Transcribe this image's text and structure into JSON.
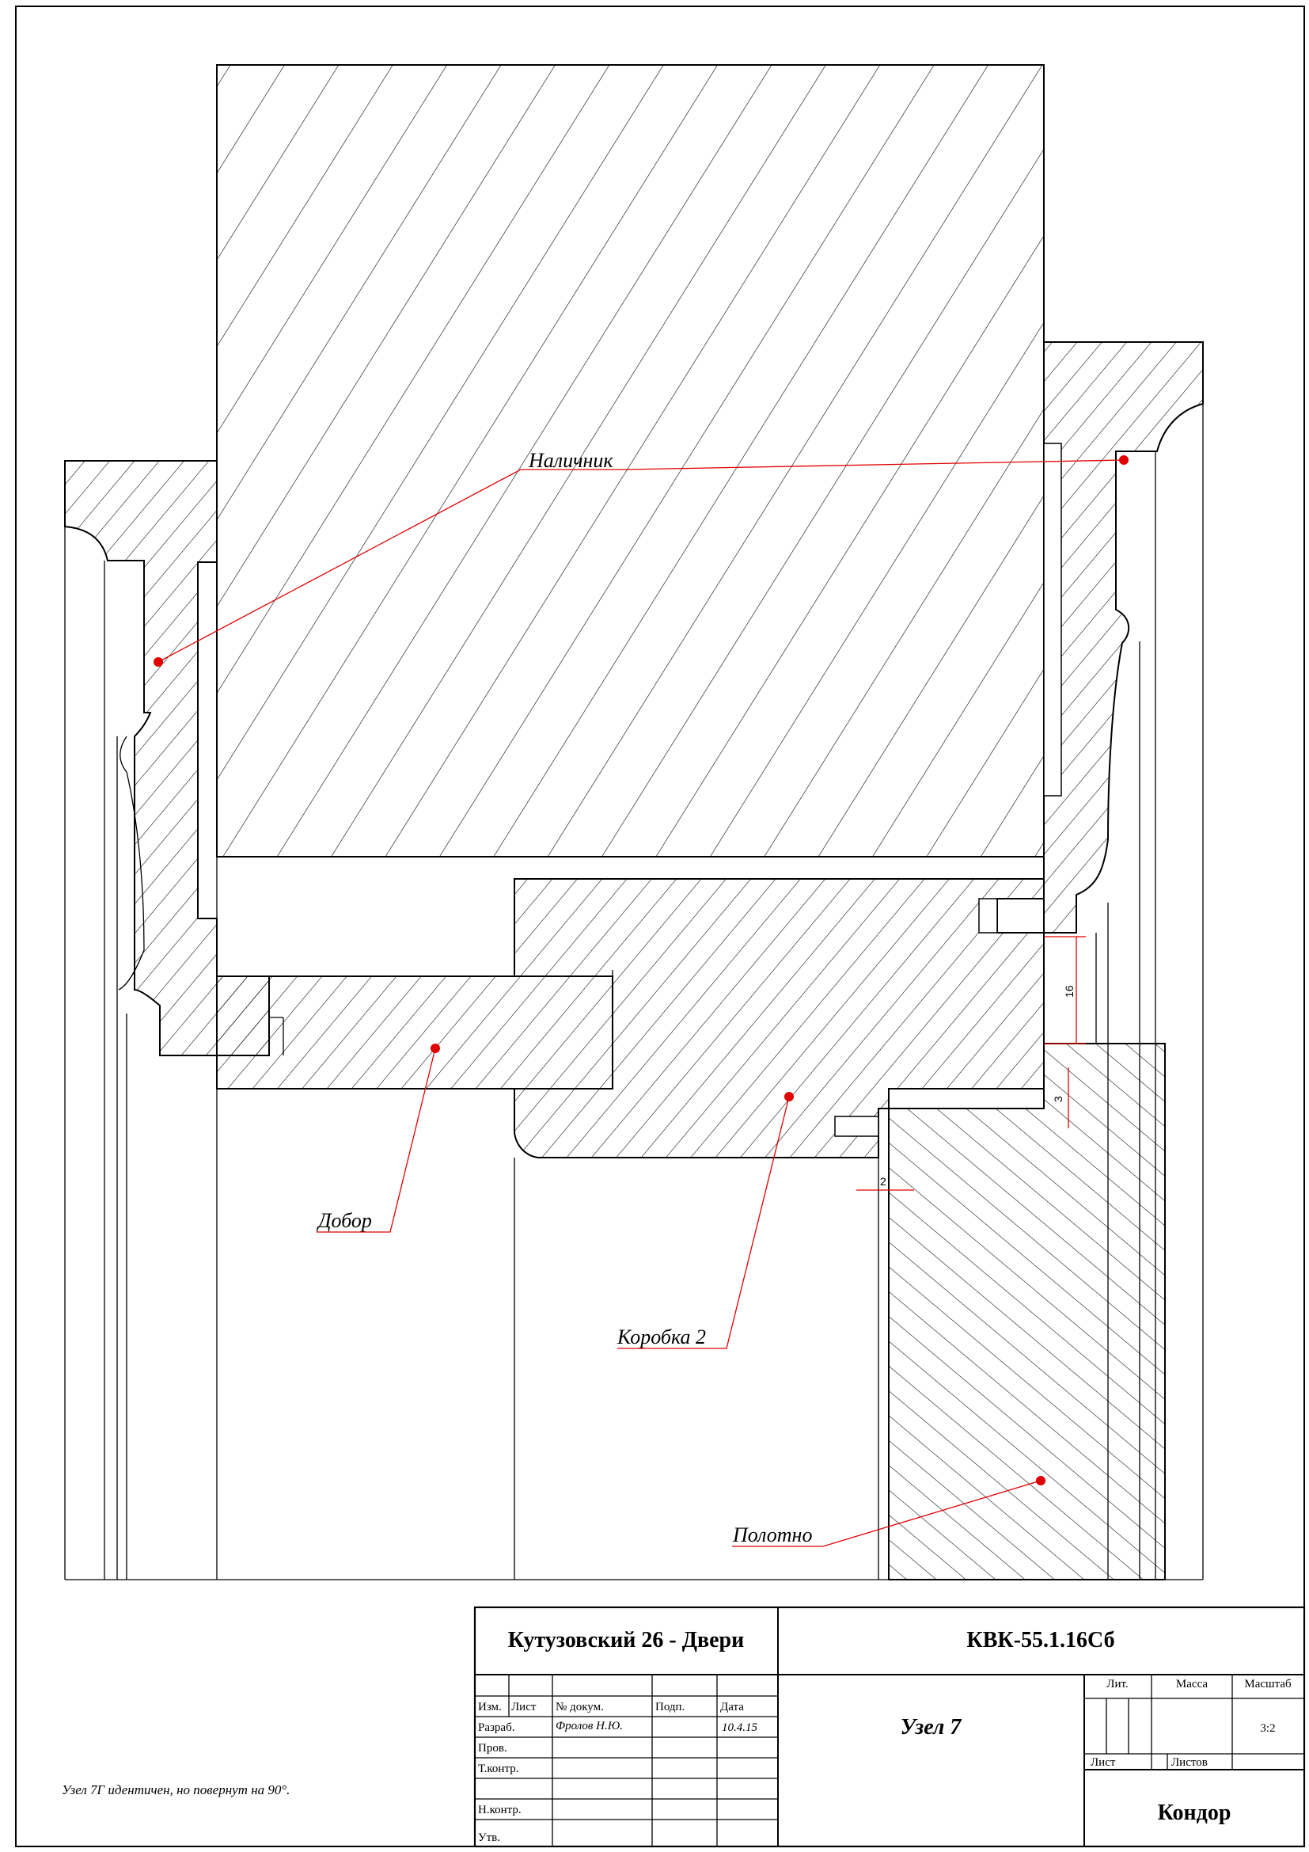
{
  "labels": {
    "nalichnik": "Наличник",
    "dobor": "Добор",
    "korobka": "Коробка 2",
    "polotno": "Полотно"
  },
  "dimensions": {
    "d16": "16",
    "d3": "3",
    "d2": "2"
  },
  "note": "Узел 7Г идентичен, но повернут на 90°.",
  "title_block": {
    "project": "Кутузовский 26 - Двери",
    "code": "КВК-55.1.16Сб",
    "name": "Узел 7",
    "org": "Кондор",
    "scale": "3:2",
    "headers": {
      "izm": "Изм.",
      "list": "Лист",
      "doc": "№ докум.",
      "sign": "Подп.",
      "date": "Дата",
      "lit": "Лит.",
      "mass": "Масса",
      "scale": "Масштаб",
      "sheet": "Лист",
      "sheets": "Листов"
    },
    "roles": {
      "developed": "Разраб.",
      "checked": "Пров.",
      "tech": "Т.контр.",
      "norm": "Н.контр.",
      "approved": "Утв."
    },
    "developer": "Фролов Н.Ю.",
    "date": "10.4.15"
  },
  "colors": {
    "leader": "#e00000",
    "line": "#000000"
  }
}
